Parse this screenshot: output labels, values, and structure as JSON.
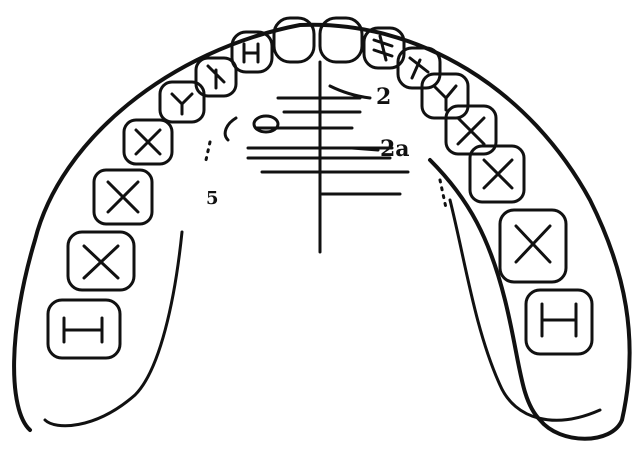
{
  "diagram": {
    "labels": {
      "upper_right": "2",
      "middle_right": "2a",
      "left": "5"
    }
  }
}
